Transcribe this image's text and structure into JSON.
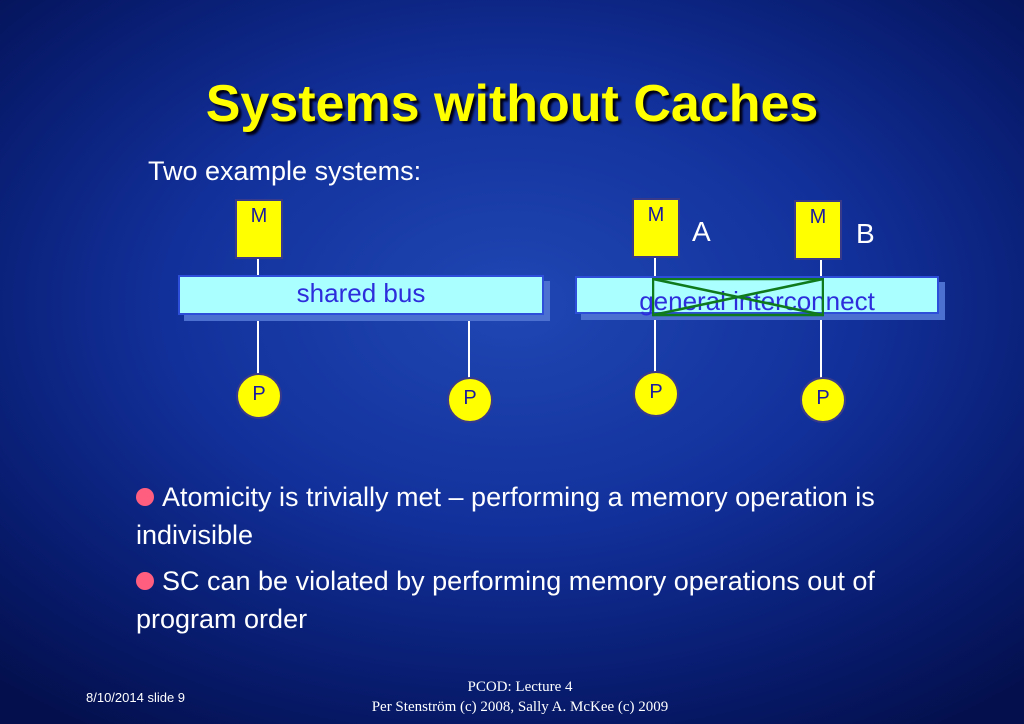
{
  "slide": {
    "title": "Systems without Caches",
    "subtitle": "Two example systems:"
  },
  "diagram": {
    "system_shared": {
      "memory_label": "M",
      "bus_label": "shared bus",
      "processors": [
        "P",
        "P"
      ]
    },
    "system_interconnect": {
      "memories": [
        {
          "label": "M",
          "tag": "A"
        },
        {
          "label": "M",
          "tag": "B"
        }
      ],
      "interconnect_label": "general interconnect",
      "processors": [
        "P",
        "P"
      ]
    }
  },
  "bullets": [
    "Atomicity is trivially met – performing a memory operation is indivisible",
    "SC can be violated by performing  memory operations out of  program order"
  ],
  "footer": {
    "date_slide": "8/10/2014 slide 9",
    "line1": "PCOD: Lecture 4",
    "line2": "Per Stenström (c) 2008, Sally A. McKee (c) 2009"
  },
  "colors": {
    "title": "#ffff00",
    "box_fill": "#ffff00",
    "bus_fill": "#aaffff",
    "bullet_dot": "#ff5e7e"
  }
}
